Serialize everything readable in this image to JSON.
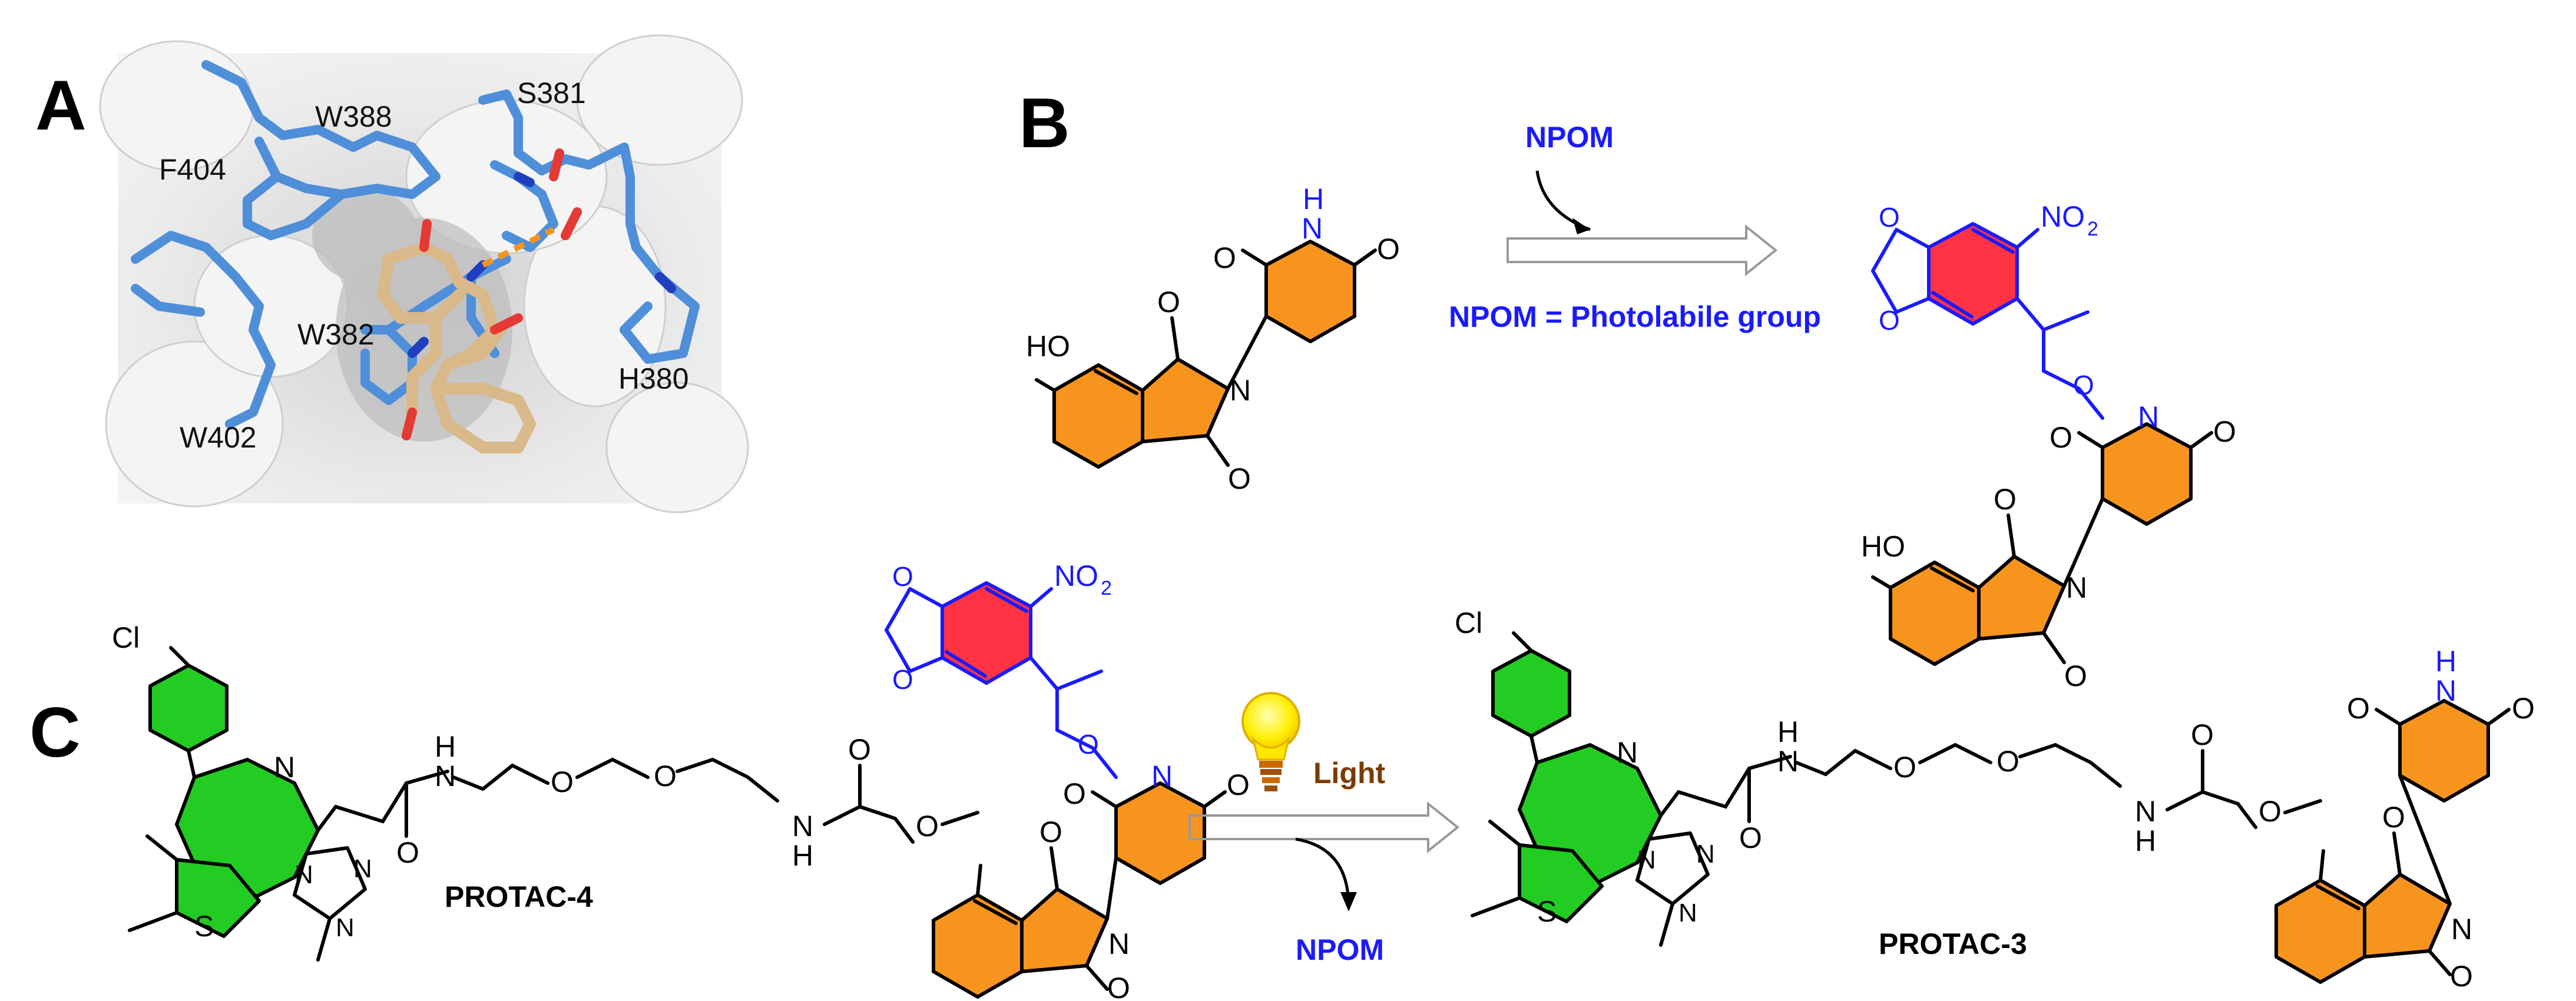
{
  "panels": {
    "a": {
      "letter": "A",
      "residues": [
        "W388",
        "S381",
        "F404",
        "W382",
        "H380",
        "W402"
      ]
    },
    "b": {
      "letter": "B",
      "reagent": "NPOM",
      "definition": "NPOM = Photolabile group",
      "structure_atoms": {
        "nitro": "NO",
        "nitro_sub": "2",
        "hydroxyl": "HO",
        "nitrogen": "N",
        "nitrogen_h": "H",
        "oxygen": "O"
      }
    },
    "c": {
      "letter": "C",
      "left_compound": "PROTAC-4",
      "right_compound": "PROTAC-3",
      "stimulus": "Light",
      "released": "NPOM",
      "structure_atoms": {
        "chlorine": "Cl",
        "sulfur": "S",
        "nitrogen": "N",
        "nitrogen_h": "H",
        "oxygen": "O",
        "nitro": "NO",
        "nitro_sub": "2"
      }
    }
  },
  "colors": {
    "accent_blue": "#1a1aff",
    "ring_orange": "#f7941d",
    "ring_green": "#22cc22",
    "ring_red": "#ff3344",
    "light_brown": "#7a3b00",
    "bulb_yellow": "#ffe600",
    "protein_blue": "#4f8fd9",
    "ligand_tan": "#d9b98a",
    "surface_grey": "#e6e6e6"
  }
}
